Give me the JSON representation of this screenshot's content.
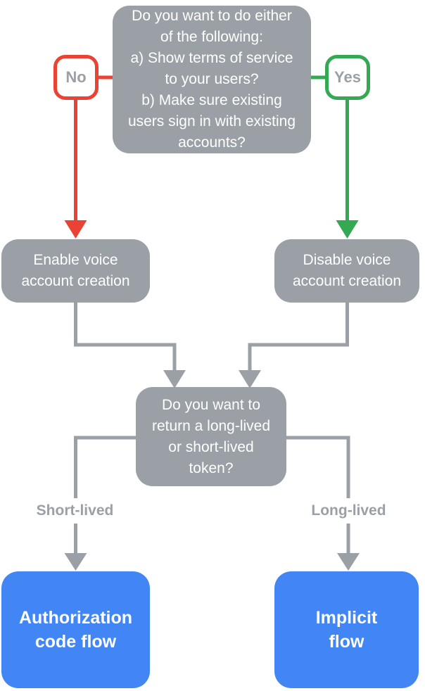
{
  "diagram": {
    "type": "flowchart",
    "nodes": {
      "question_main": {
        "text": "Do you want to do either\nof the following:\na) Show terms of service\nto your users?\nb) Make sure existing\nusers sign in with existing\naccounts?"
      },
      "no_badge": {
        "label": "No"
      },
      "yes_badge": {
        "label": "Yes"
      },
      "enable_voice": {
        "text": "Enable voice\naccount creation"
      },
      "disable_voice": {
        "text": "Disable voice\naccount creation"
      },
      "question_token": {
        "text": "Do you want to\nreturn a long-lived\nor short-lived\ntoken?"
      },
      "short_lived_label": {
        "text": "Short-lived"
      },
      "long_lived_label": {
        "text": "Long-lived"
      },
      "auth_code_flow": {
        "text": "Authorization\ncode flow"
      },
      "implicit_flow": {
        "text": "Implicit\nflow"
      }
    },
    "edges": [
      {
        "from": "question_main",
        "to": "enable_voice",
        "label": "No",
        "color": "red"
      },
      {
        "from": "question_main",
        "to": "disable_voice",
        "label": "Yes",
        "color": "green"
      },
      {
        "from": "enable_voice",
        "to": "question_token",
        "color": "gray"
      },
      {
        "from": "disable_voice",
        "to": "question_token",
        "color": "gray"
      },
      {
        "from": "question_token",
        "to": "auth_code_flow",
        "label": "Short-lived",
        "color": "gray"
      },
      {
        "from": "question_token",
        "to": "implicit_flow",
        "label": "Long-lived",
        "color": "gray"
      }
    ],
    "colors": {
      "node_gray": "#9AA0A6",
      "no_red": "#EA4335",
      "yes_green": "#34A853",
      "result_blue": "#4285F4",
      "text_on_node": "#FFFFFF",
      "muted_text": "#9AA0A6",
      "background": "#FFFFFF"
    }
  }
}
